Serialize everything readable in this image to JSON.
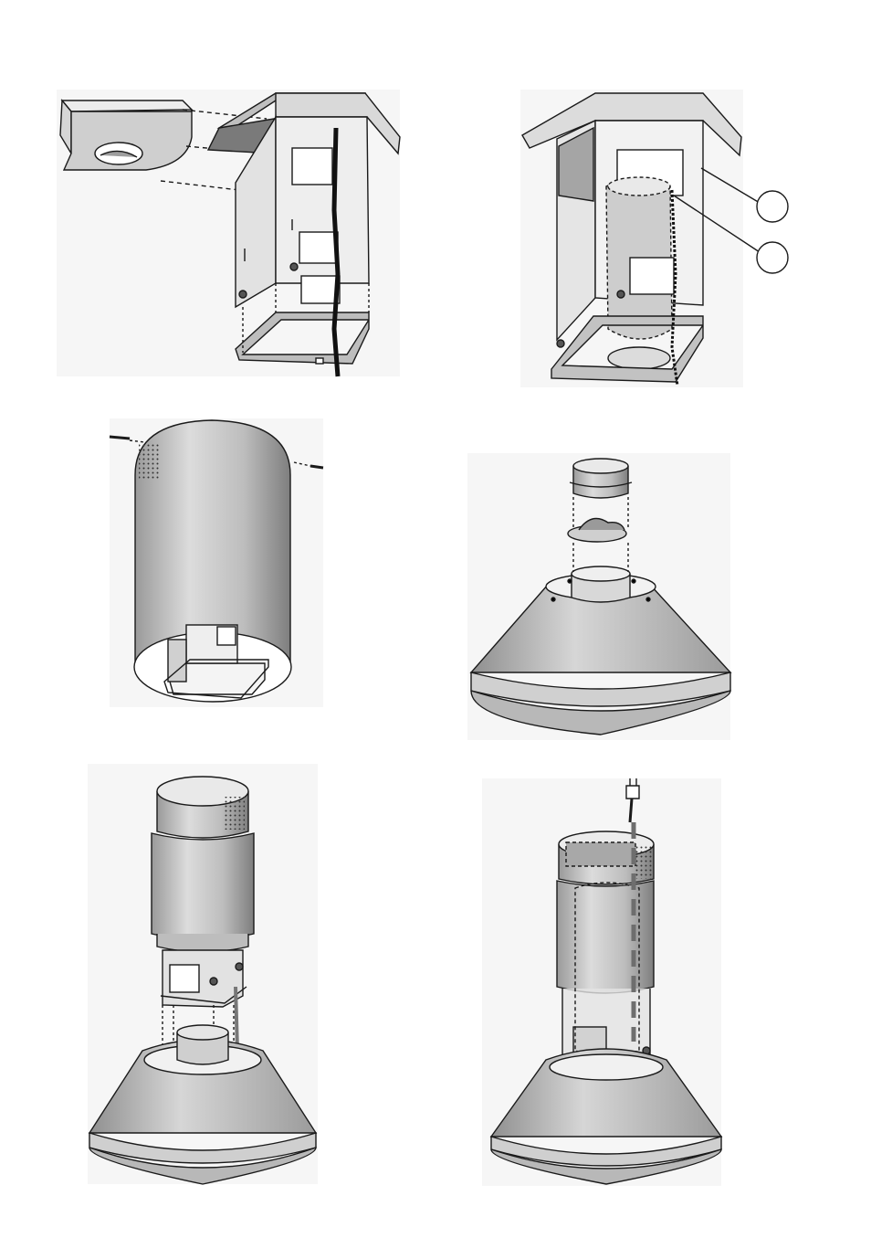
{
  "document": {
    "type": "installation-illustration",
    "figures": [
      {
        "id": "fig-1",
        "description_name": "duct-bracket-mounting"
      },
      {
        "id": "fig-2",
        "description_name": "bracket-with-duct-callouts",
        "callouts": [
          "",
          ""
        ]
      },
      {
        "id": "fig-3",
        "description_name": "chimney-cover-fitting"
      },
      {
        "id": "fig-4",
        "description_name": "hood-valve-adapter"
      },
      {
        "id": "fig-5",
        "description_name": "hood-lift-to-bracket"
      },
      {
        "id": "fig-6",
        "description_name": "hood-assembled-with-cable"
      }
    ]
  },
  "colors": {
    "panel": "#f6f6f6",
    "metal_light": "#e6e6e6",
    "metal_mid": "#bdbdbd",
    "metal_dark": "#8c8c8c",
    "outline": "#1a1a1a",
    "cable": "#222222"
  }
}
